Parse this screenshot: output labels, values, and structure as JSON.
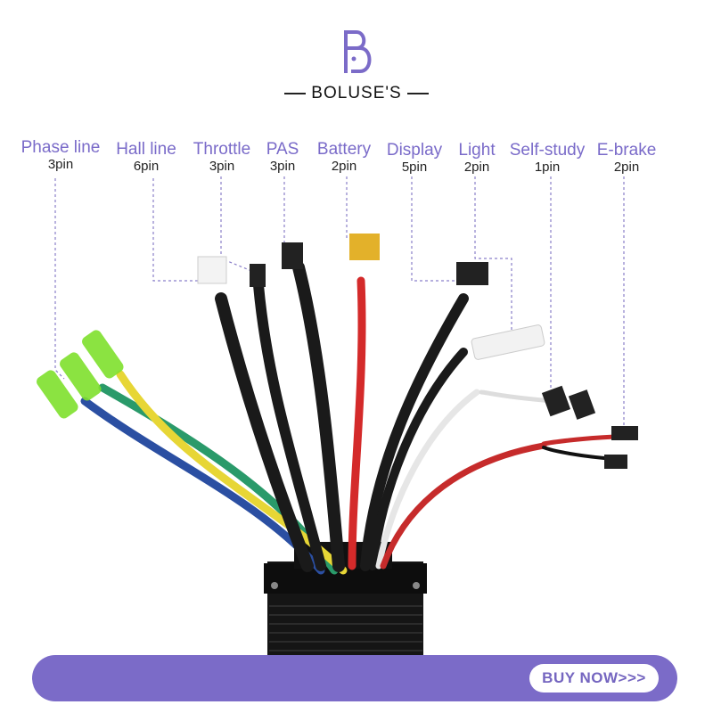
{
  "brand": {
    "name": "BOLUSE'S",
    "accent": "#7b6bc8"
  },
  "connectors": [
    {
      "name": "Phase line",
      "pins": "3pin"
    },
    {
      "name": "Hall line",
      "pins": "6pin"
    },
    {
      "name": "Throttle",
      "pins": "3pin"
    },
    {
      "name": "PAS",
      "pins": "3pin"
    },
    {
      "name": "Battery",
      "pins": "2pin"
    },
    {
      "name": "Display",
      "pins": "5pin"
    },
    {
      "name": "Light",
      "pins": "2pin"
    },
    {
      "name": "Self-study",
      "pins": "1pin"
    },
    {
      "name": "E-brake",
      "pins": "2pin"
    }
  ],
  "cta": {
    "label": "BUY NOW>>>"
  }
}
